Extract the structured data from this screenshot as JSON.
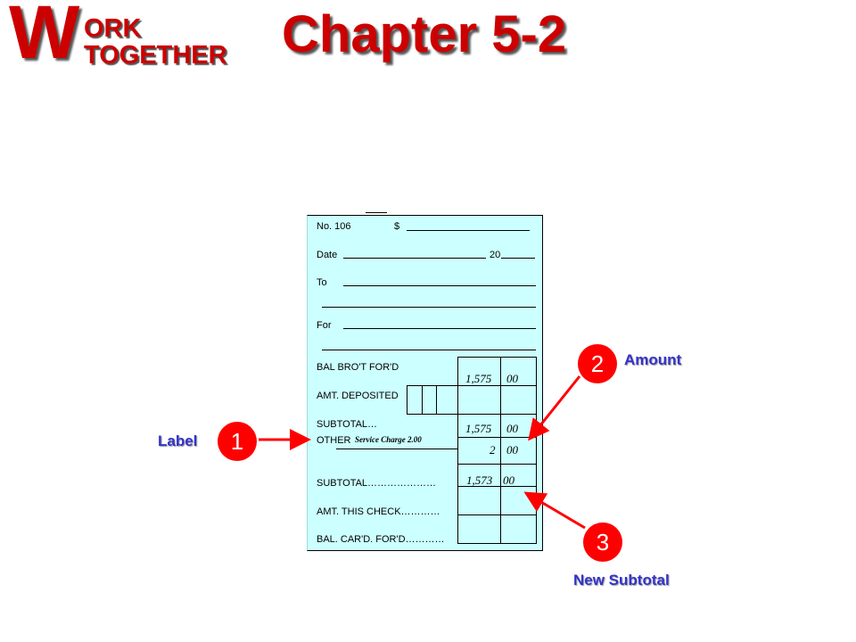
{
  "header": {
    "logo_letter": "W",
    "logo_line1": "ORK",
    "logo_line2": "TOGETHER",
    "title": "Chapter 5-2"
  },
  "check_stub": {
    "number_label": "No. 106",
    "dollar_label": "$",
    "date_label": "Date",
    "year_prefix": "20",
    "to_label": "To",
    "for_label": "For",
    "bal_brot_ford": "BAL BRO'T FOR'D",
    "amt_deposited": "AMT. DEPOSITED",
    "subtotal1": "SUBTOTAL…",
    "other_label": "OTHER",
    "other_entry": "Service Charge 2.00",
    "subtotal2": "SUBTOTAL…………………",
    "amt_this_check": "AMT. THIS CHECK…………",
    "bal_card_ford": "BAL. CAR'D. FOR'D…………",
    "values": {
      "bal_brot_dollars": "1,575",
      "bal_brot_cents": "00",
      "subtotal1_dollars": "1,575",
      "subtotal1_cents": "00",
      "other_dollars": "2",
      "other_cents": "00",
      "subtotal2_dollars": "1,573",
      "subtotal2_cents": "00"
    }
  },
  "callouts": [
    {
      "number": "1",
      "label": "Label"
    },
    {
      "number": "2",
      "label": "Amount"
    },
    {
      "number": "3",
      "label": "New Subtotal"
    }
  ],
  "colors": {
    "title_red": "#cc0000",
    "stub_fill": "#ccffff",
    "callout_red": "#ff0000",
    "label_blue": "#3333cc"
  }
}
